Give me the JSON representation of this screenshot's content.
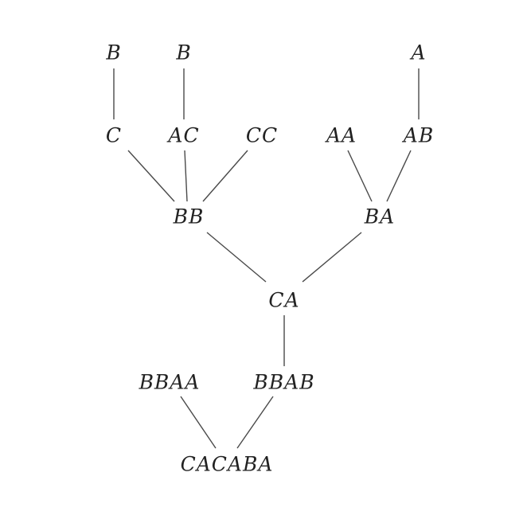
{
  "diagram": {
    "nodes": {
      "b1": "B",
      "b2": "B",
      "a1": "A",
      "c1": "C",
      "ac": "AC",
      "cc": "CC",
      "aa": "AA",
      "ab": "AB",
      "bb": "BB",
      "ba": "BA",
      "ca": "CA",
      "bbaa": "BBAA",
      "bbab": "BBAB",
      "cacaba": "CACABA"
    }
  }
}
